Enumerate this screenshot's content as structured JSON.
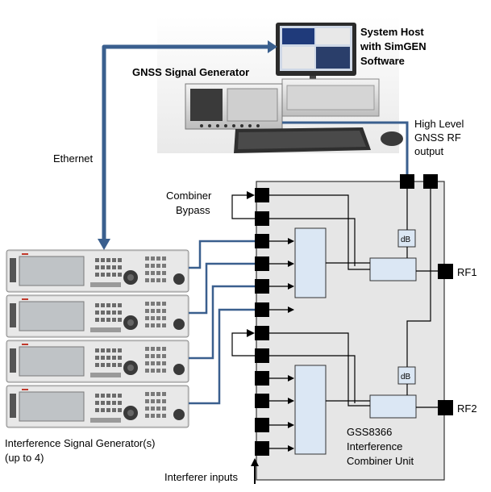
{
  "labels": {
    "host_line1": "System Host",
    "host_line2": "with SimGEN",
    "host_line3": "Software",
    "gnss_generator": "GNSS Signal Generator",
    "ethernet": "Ethernet",
    "high_level_line1": "High Level",
    "high_level_line2": "GNSS RF",
    "high_level_line3": "output",
    "combiner_line1": "Combiner",
    "combiner_line2": "Bypass",
    "interference_gen_line1": "Interference Signal Generator(s)",
    "interference_gen_line2": "(up to 4)",
    "interferer_inputs": "Interferer inputs",
    "unit_line1": "GSS8366",
    "unit_line2": "Interference",
    "unit_line3": "Combiner Unit",
    "rf1": "RF1",
    "rf2": "RF2",
    "db_upper": "dB",
    "db_lower": "dB"
  },
  "colors": {
    "ethernet_link": "#3a5f8e",
    "rf_cable": "#3a5f8e",
    "unit_fill": "#e6e6e6",
    "combiner_fill": "#dbe7f4",
    "port": "#000000"
  }
}
